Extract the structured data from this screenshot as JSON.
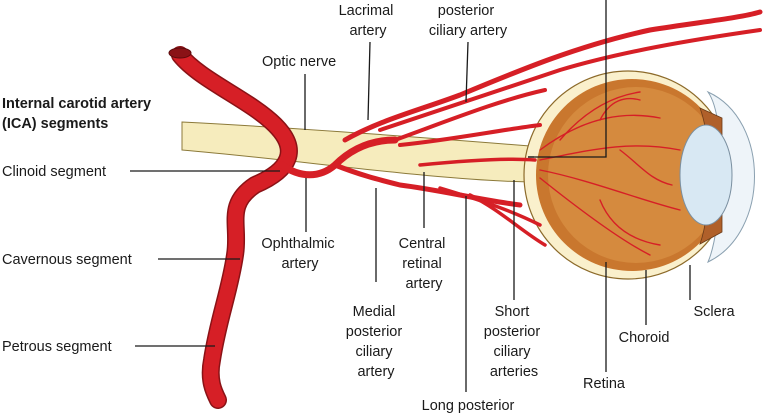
{
  "heading": {
    "line1": "Internal carotid artery",
    "line2": "(ICA) segments"
  },
  "labels": {
    "lacrimal_artery": [
      "Lacrimal",
      "artery"
    ],
    "posterior_ciliary_artery": [
      "posterior",
      "ciliary artery"
    ],
    "optic_nerve": [
      "Optic nerve"
    ],
    "clinoid_segment": [
      "Clinoid segment"
    ],
    "cavernous_segment": [
      "Cavernous segment"
    ],
    "petrous_segment": [
      "Petrous segment"
    ],
    "ophthalmic_artery": [
      "Ophthalmic",
      "artery"
    ],
    "central_retinal_artery": [
      "Central",
      "retinal",
      "artery"
    ],
    "medial_posterior_ciliary_artery": [
      "Medial",
      "posterior",
      "ciliary",
      "artery"
    ],
    "short_posterior_ciliary_arteries": [
      "Short",
      "posterior",
      "ciliary",
      "arteries"
    ],
    "long_posterior": [
      "Long posterior"
    ],
    "retina": [
      "Retina"
    ],
    "choroid": [
      "Choroid"
    ],
    "sclera": [
      "Sclera"
    ]
  },
  "colors": {
    "artery": "#d61f26",
    "artery_shadow": "#8a1216",
    "optic_nerve": "#f6ecbd",
    "sclera": "#faf0cc",
    "choroid": "#c9772e",
    "vitreous": "#d58a3e",
    "lens": "#d8e8f3",
    "cornea": "#eef4f9",
    "iris": "#b0602a"
  }
}
